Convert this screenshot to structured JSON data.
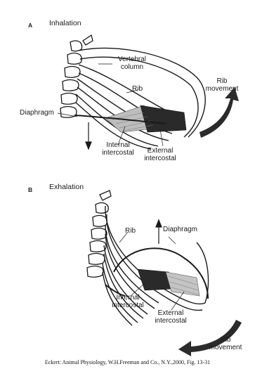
{
  "panel_a": {
    "letter": "A",
    "title": "Inhalation",
    "labels": {
      "vertebral_column": "Vertebral\ncolumn",
      "rib": "Rib",
      "rib_movement": "Rib\nmovement",
      "diaphragm": "Diaphragm",
      "internal_intercostal": "Internal\nintercostal",
      "external_intercostal": "External\nintercostal"
    }
  },
  "panel_b": {
    "letter": "B",
    "title": "Exhalation",
    "labels": {
      "rib": "Rib",
      "diaphragm": "Diaphragm",
      "internal_intercostal": "Internal\nintercostal",
      "external_intercostal": "External\nintercostal",
      "rib_movement": "Rib\nmovement"
    }
  },
  "caption": "Eckert: Animal Physiology, W.H.Freeman and Co., N.Y.,2000, Fig. 13-31",
  "colors": {
    "line": "#1a1a1a",
    "muscle_dark": "#2a2a2a",
    "muscle_light": "#9a9a9a",
    "arrow": "#2b2b2b"
  }
}
